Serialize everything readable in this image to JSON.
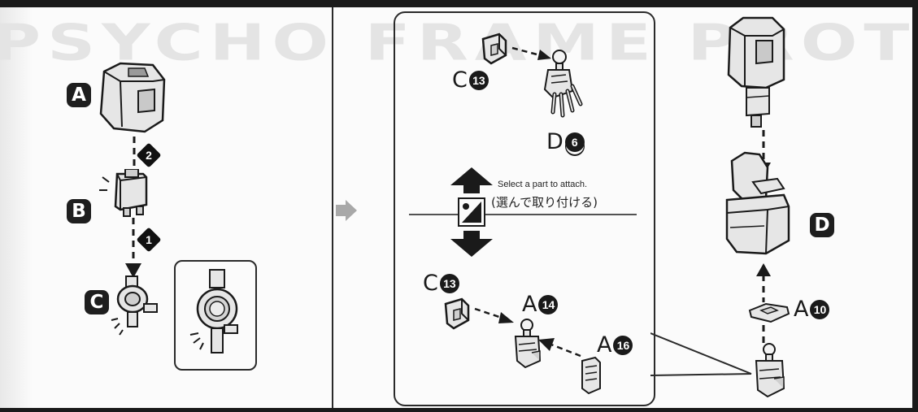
{
  "watermark": "PSYCHO FRAME PROTOTYPE MOBI",
  "left": {
    "label_a": "A",
    "label_b": "B",
    "label_c": "C",
    "step_1": "1",
    "step_2": "2"
  },
  "center": {
    "top_part": "C",
    "top_part_num": "13",
    "hand_part": "D",
    "hand_part_num": "6",
    "select_caption": "Select a part to attach.",
    "select_caption_jp": "(選んで取り付ける)",
    "bottom_left_part": "C",
    "bottom_left_num": "13",
    "bottom_mid_part": "A",
    "bottom_mid_num": "14",
    "bottom_right_part": "A",
    "bottom_right_num": "16"
  },
  "right": {
    "label_d": "D",
    "part": "A",
    "part_num": "10"
  },
  "colors": {
    "ink": "#1a1a1a",
    "part_fill": "#e6e6e6",
    "shadow": "#9a9a9a",
    "arrow_gray": "#a8a8a8"
  }
}
